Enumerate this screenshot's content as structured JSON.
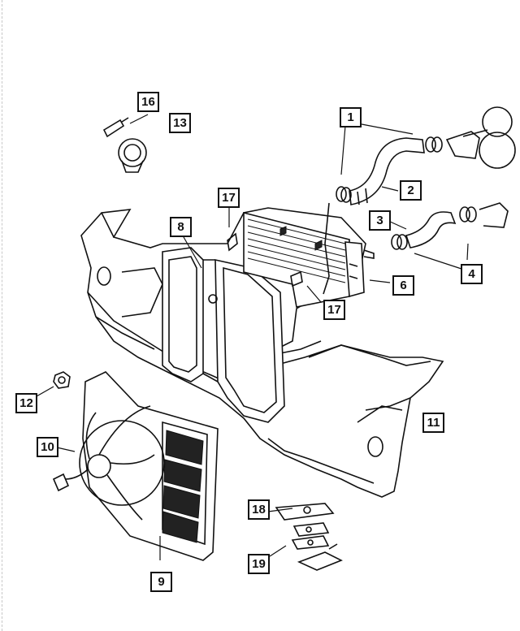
{
  "diagram": {
    "line_color": "#111111",
    "background": "#ffffff",
    "callouts": [
      {
        "id": "c1",
        "label": "1"
      },
      {
        "id": "c2",
        "label": "2"
      },
      {
        "id": "c3",
        "label": "3"
      },
      {
        "id": "c4",
        "label": "4"
      },
      {
        "id": "c6",
        "label": "6"
      },
      {
        "id": "c8",
        "label": "8"
      },
      {
        "id": "c9",
        "label": "9"
      },
      {
        "id": "c10",
        "label": "10"
      },
      {
        "id": "c11",
        "label": "11"
      },
      {
        "id": "c12",
        "label": "12"
      },
      {
        "id": "c13",
        "label": "13"
      },
      {
        "id": "c16",
        "label": "16"
      },
      {
        "id": "c17a",
        "label": "17"
      },
      {
        "id": "c17b",
        "label": "17"
      },
      {
        "id": "c18",
        "label": "18"
      },
      {
        "id": "c19",
        "label": "19"
      }
    ]
  }
}
